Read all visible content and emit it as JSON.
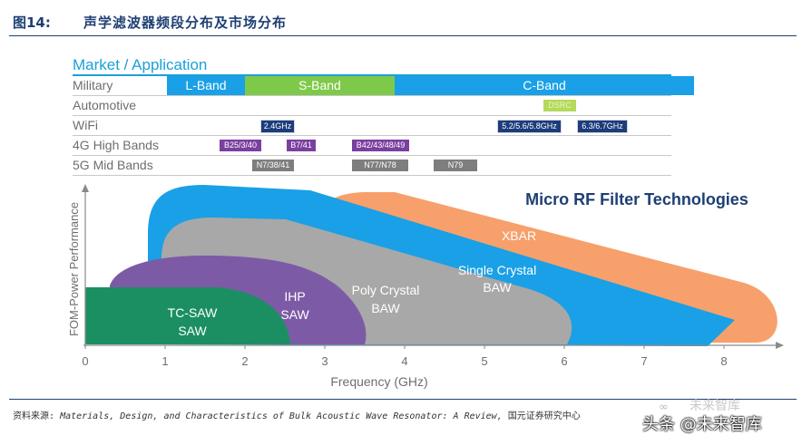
{
  "header": {
    "fig_num": "图14:",
    "title": "声学滤波器频段分布及市场分布"
  },
  "market": {
    "title": "Market / Application",
    "rows": [
      {
        "label": "Military",
        "bands": [
          {
            "text": "L-Band",
            "color": "#1aa0e6"
          },
          {
            "text": "S-Band",
            "color": "#7fc94a"
          },
          {
            "text": "C-Band",
            "color": "#1aa0e6"
          }
        ]
      },
      {
        "label": "Automotive",
        "tags": [
          {
            "text": "DSRC"
          }
        ]
      },
      {
        "label": "WiFi",
        "tags": [
          {
            "text": "2.4GHz"
          },
          {
            "text": "5.2/5.6/5.8GHz"
          },
          {
            "text": "6.3/6.7GHz"
          }
        ]
      },
      {
        "label": "4G High Bands",
        "tags": [
          {
            "text": "B25/3/40"
          },
          {
            "text": "B7/41"
          },
          {
            "text": "B42/43/48/49"
          }
        ]
      },
      {
        "label": "5G Mid Bands",
        "tags": [
          {
            "text": "N7/38/41"
          },
          {
            "text": "N77/N78"
          },
          {
            "text": "N79"
          }
        ]
      }
    ]
  },
  "chart_data": {
    "type": "area",
    "title": "Micro RF Filter Technologies",
    "xlabel": "Frequency (GHz)",
    "ylabel": "FOM-Power Performance",
    "xlim": [
      0,
      8.7
    ],
    "x_ticks": [
      "0",
      "1",
      "2",
      "3",
      "4",
      "5",
      "6",
      "7",
      "8"
    ],
    "series": [
      {
        "name": "XBAR",
        "color": "#f7a06b",
        "freq_range": [
          2.9,
          8.6
        ]
      },
      {
        "name": "Single Crystal BAW",
        "color": "#1aa0e6",
        "freq_range": [
          0.8,
          8.2
        ]
      },
      {
        "name": "Poly Crystal BAW",
        "color": "#a8a8a8",
        "freq_range": [
          1.0,
          6.1
        ]
      },
      {
        "name": "IHP SAW",
        "color": "#7d5aa6",
        "freq_range": [
          0.35,
          3.5
        ]
      },
      {
        "name": "TC-SAW SAW",
        "color": "#1c8f62",
        "freq_range": [
          0.0,
          2.5
        ]
      }
    ]
  },
  "footer": {
    "prefix": "资料来源:",
    "source": "Materials, Design, and Characteristics of Bulk Acoustic Wave Resonator: A Review,",
    "org": "国元证券研究中心",
    "watermark": "未来智库",
    "corner_watermark": "头条 @未来智库"
  }
}
